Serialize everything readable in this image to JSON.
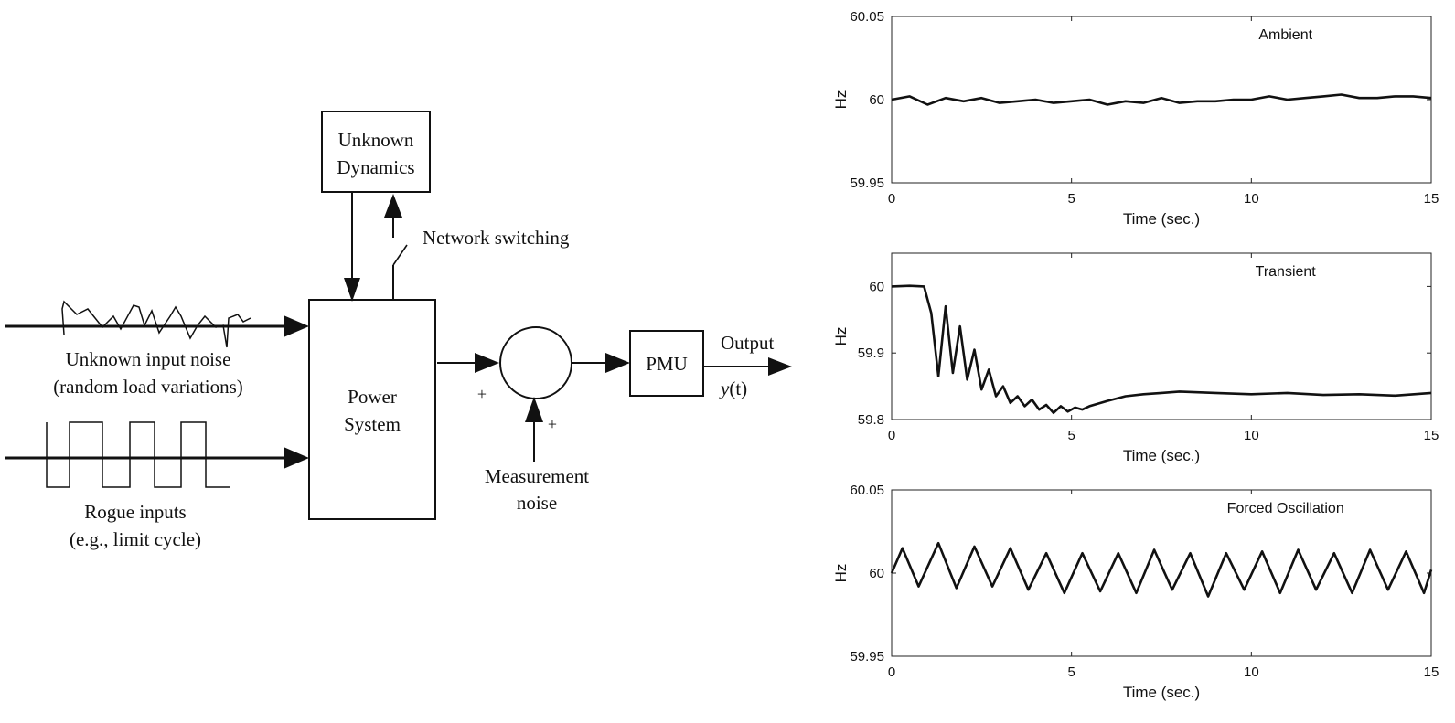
{
  "diagram": {
    "unknown_dynamics": [
      "Unknown",
      "Dynamics"
    ],
    "network_switching": "Network switching",
    "input_noise": [
      "Unknown input noise",
      "(random load variations)"
    ],
    "rogue_inputs": [
      "Rogue inputs",
      "(e.g., limit cycle)"
    ],
    "power_system": [
      "Power",
      "System"
    ],
    "plus_left": "+",
    "plus_bottom": "+",
    "measurement_noise": [
      "Measurement",
      "noise"
    ],
    "pmu": "PMU",
    "output_label": "Output",
    "output_var": "y",
    "output_arg": "(t)"
  },
  "chart_data": [
    {
      "type": "line",
      "title": "Ambient",
      "xlabel": "Time (sec.)",
      "ylabel": "Hz",
      "xlim": [
        0,
        15
      ],
      "ylim": [
        59.95,
        60.05
      ],
      "xticks": [
        "0",
        "5",
        "10",
        "15"
      ],
      "yticks": [
        "59.95",
        "60",
        "60.05"
      ],
      "ytick_values": [
        59.95,
        60,
        60.05
      ],
      "grid": false,
      "line_color": "#111111",
      "x": [
        0,
        0.5,
        1,
        1.5,
        2,
        2.5,
        3,
        3.5,
        4,
        4.5,
        5,
        5.5,
        6,
        6.5,
        7,
        7.5,
        8,
        8.5,
        9,
        9.5,
        10,
        10.5,
        11,
        11.5,
        12,
        12.5,
        13,
        13.5,
        14,
        14.5,
        15
      ],
      "y": [
        60.0,
        60.002,
        59.997,
        60.001,
        59.999,
        60.001,
        59.998,
        59.999,
        60.0,
        59.998,
        59.999,
        60.0,
        59.997,
        59.999,
        59.998,
        60.001,
        59.998,
        59.999,
        59.999,
        60.0,
        60.0,
        60.002,
        60.0,
        60.001,
        60.002,
        60.003,
        60.001,
        60.001,
        60.002,
        60.002,
        60.001
      ]
    },
    {
      "type": "line",
      "title": "Transient",
      "xlabel": "Time (sec.)",
      "ylabel": "Hz",
      "xlim": [
        0,
        15
      ],
      "ylim": [
        59.8,
        60.05
      ],
      "xticks": [
        "0",
        "5",
        "10",
        "15"
      ],
      "yticks": [
        "59.8",
        "59.9",
        "60"
      ],
      "ytick_values": [
        59.8,
        59.9,
        60
      ],
      "grid": false,
      "line_color": "#111111",
      "x": [
        0,
        0.5,
        0.9,
        1.1,
        1.3,
        1.5,
        1.7,
        1.9,
        2.1,
        2.3,
        2.5,
        2.7,
        2.9,
        3.1,
        3.3,
        3.5,
        3.7,
        3.9,
        4.1,
        4.3,
        4.5,
        4.7,
        4.9,
        5.1,
        5.3,
        5.5,
        6,
        6.5,
        7,
        7.5,
        8,
        9,
        10,
        11,
        12,
        13,
        14,
        15
      ],
      "y": [
        60.0,
        60.001,
        60.0,
        59.96,
        59.865,
        59.97,
        59.87,
        59.94,
        59.86,
        59.905,
        59.845,
        59.875,
        59.835,
        59.85,
        59.825,
        59.835,
        59.82,
        59.83,
        59.815,
        59.822,
        59.81,
        59.82,
        59.812,
        59.818,
        59.815,
        59.82,
        59.828,
        59.835,
        59.838,
        59.84,
        59.842,
        59.84,
        59.838,
        59.84,
        59.837,
        59.838,
        59.836,
        59.84
      ]
    },
    {
      "type": "line",
      "title": "Forced Oscillation",
      "xlabel": "Time (sec.)",
      "ylabel": "Hz",
      "xlim": [
        0,
        15
      ],
      "ylim": [
        59.95,
        60.05
      ],
      "xticks": [
        "0",
        "5",
        "10",
        "15"
      ],
      "yticks": [
        "59.95",
        "60",
        "60.05"
      ],
      "ytick_values": [
        59.95,
        60,
        60.05
      ],
      "grid": false,
      "line_color": "#111111",
      "x": [
        0,
        0.3,
        0.75,
        1.3,
        1.8,
        2.3,
        2.8,
        3.3,
        3.8,
        4.3,
        4.8,
        5.3,
        5.8,
        6.3,
        6.8,
        7.3,
        7.8,
        8.3,
        8.8,
        9.3,
        9.8,
        10.3,
        10.8,
        11.3,
        11.8,
        12.3,
        12.8,
        13.3,
        13.8,
        14.3,
        14.8,
        15
      ],
      "y": [
        60.0,
        60.015,
        59.992,
        60.018,
        59.991,
        60.016,
        59.992,
        60.015,
        59.99,
        60.012,
        59.988,
        60.012,
        59.989,
        60.012,
        59.988,
        60.014,
        59.99,
        60.012,
        59.986,
        60.012,
        59.99,
        60.013,
        59.988,
        60.014,
        59.99,
        60.012,
        59.988,
        60.014,
        59.99,
        60.013,
        59.988,
        60.002
      ]
    }
  ]
}
